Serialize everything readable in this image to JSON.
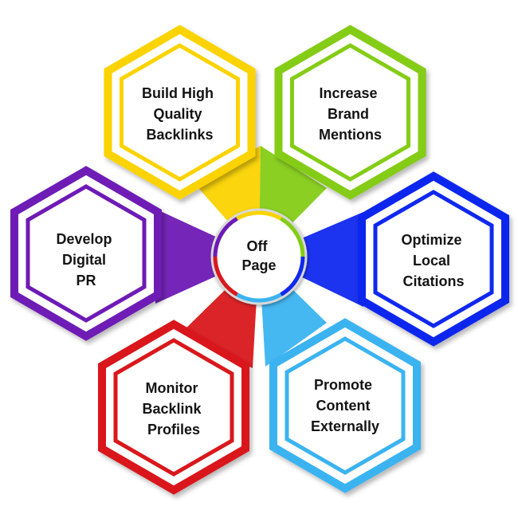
{
  "center": {
    "lines": [
      "Off",
      "Page"
    ]
  },
  "nodes": [
    {
      "id": "build-high-quality-backlinks",
      "lines": [
        "Build High",
        "Quality",
        "Backlinks"
      ],
      "color": "#fbd300"
    },
    {
      "id": "increase-brand-mentions",
      "lines": [
        "Increase",
        "Brand",
        "Mentions"
      ],
      "color": "#84cc16"
    },
    {
      "id": "optimize-local-citations",
      "lines": [
        "Optimize",
        "Local",
        "Citations"
      ],
      "color": "#1028ee"
    },
    {
      "id": "promote-content-externally",
      "lines": [
        "Promote",
        "Content",
        "Externally"
      ],
      "color": "#3bb3f0"
    },
    {
      "id": "monitor-backlink-profiles",
      "lines": [
        "Monitor",
        "Backlink",
        "Profiles"
      ],
      "color": "#d9181c"
    },
    {
      "id": "develop-digital-pr",
      "lines": [
        "Develop",
        "Digital",
        "PR"
      ],
      "color": "#6e1ab5"
    }
  ]
}
